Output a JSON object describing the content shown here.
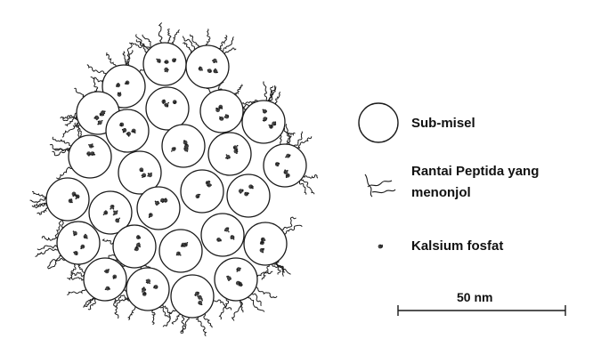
{
  "legend": {
    "submicelle_label": "Sub-misel",
    "peptide_label_line1": "Rantai Peptida yang",
    "peptide_label_line2": "menonjol",
    "calcium_label": "Kalsium fosfat"
  },
  "scale_bar": {
    "label": "50 nm"
  },
  "colors": {
    "ink": "#1a1a1a",
    "background": "#ffffff"
  }
}
